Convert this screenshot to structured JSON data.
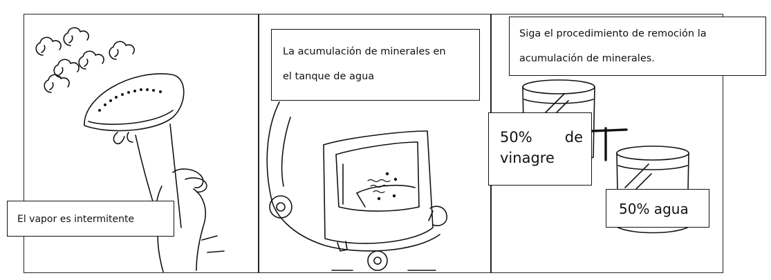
{
  "panels": [
    {
      "caption": "El vapor es intermitente"
    },
    {
      "caption": "La acumulación de minerales en el tanque de agua",
      "caption_lines": [
        "La acumulación de minerales en",
        "el tanque de agua"
      ]
    },
    {
      "caption": "Siga el procedimiento de remoción la acumulación de minerales.",
      "caption_lines": [
        "Siga el procedimiento de remoción la",
        "acumulación de minerales."
      ]
    }
  ],
  "callouts": {
    "vinegar": {
      "word1": "50%",
      "word2": "de",
      "line2": "vinagre"
    },
    "water": "50% agua"
  },
  "colors": {
    "ink": "#111111",
    "paper": "#ffffff"
  },
  "icons": [
    "steam-cloud-icon",
    "garment-steamer-icon",
    "water-tank-icon",
    "jar-icon",
    "plus-icon"
  ]
}
